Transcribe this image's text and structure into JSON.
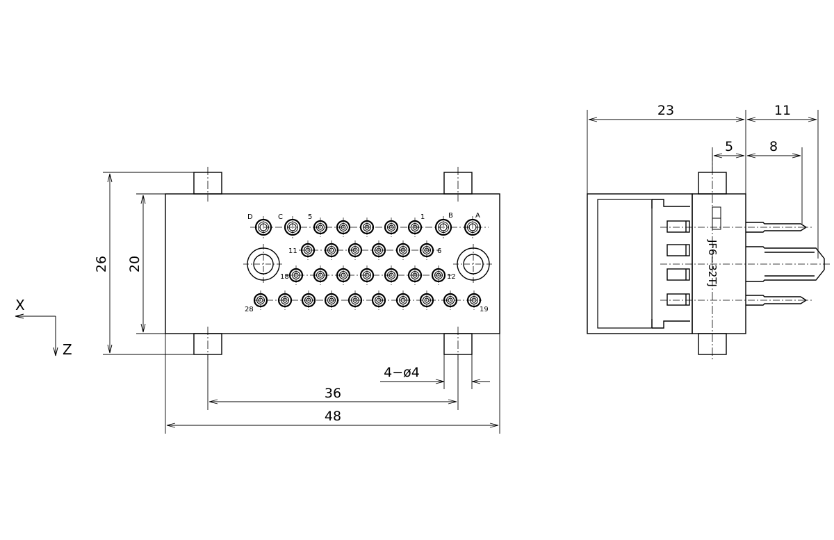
{
  "front_view": {
    "dimensions": {
      "overall_height": "26",
      "body_height": "20",
      "mount_spacing": "36",
      "overall_width": "48",
      "mount_holes": "4−ø4"
    },
    "contact_labels": {
      "d": "D",
      "c": "C",
      "b": "B",
      "a": "A",
      "five": "5",
      "one": "1",
      "eleven": "11",
      "six": "6",
      "eighteen": "18",
      "twelve": "12",
      "twentyeight": "28",
      "nineteen": "19"
    },
    "axis": {
      "x": "X",
      "z": "Z"
    }
  },
  "side_view": {
    "dimensions": {
      "body_depth": "23",
      "pin_length": "11",
      "flange_offset": "5",
      "pin_exposed": "8"
    },
    "part_number": "JF6−32TJ"
  }
}
